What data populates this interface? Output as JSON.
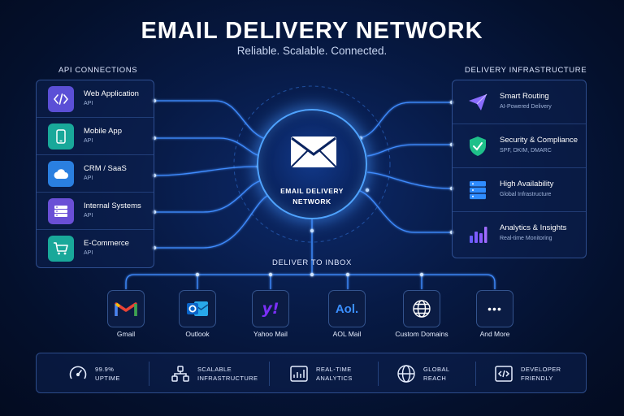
{
  "title": "EMAIL DELIVERY NETWORK",
  "subtitle": "Reliable. Scalable. Connected.",
  "api_heading": "API CONNECTIONS",
  "infra_heading": "DELIVERY INFRASTRUCTURE",
  "api_items": [
    {
      "label": "Web Application",
      "sub": "API",
      "icon": "code-icon",
      "color": "#5b4fd6"
    },
    {
      "label": "Mobile App",
      "sub": "API",
      "icon": "mobile-icon",
      "color": "#19a89a"
    },
    {
      "label": "CRM / SaaS",
      "sub": "API",
      "icon": "cloud-icon",
      "color": "#2a7fe0"
    },
    {
      "label": "Internal Systems",
      "sub": "API",
      "icon": "server-icon",
      "color": "#6a4fd6"
    },
    {
      "label": "E-Commerce",
      "sub": "API",
      "icon": "cart-icon",
      "color": "#19a89a"
    }
  ],
  "infra_items": [
    {
      "label": "Smart Routing",
      "sub": "AI-Powered Delivery",
      "icon": "paper-plane-icon",
      "color": "#8a6cff"
    },
    {
      "label": "Security & Compliance",
      "sub": "SPF, DKIM, DMARC",
      "icon": "shield-check-icon",
      "color": "#1fc08a"
    },
    {
      "label": "High Availability",
      "sub": "Global Infrastructure",
      "icon": "server-stack-icon",
      "color": "#2f8cff"
    },
    {
      "label": "Analytics & Insights",
      "sub": "Real-time Monitoring",
      "icon": "bar-chart-icon",
      "color": "#8a5cff"
    }
  ],
  "hub": {
    "line1": "EMAIL DELIVERY",
    "line2": "NETWORK",
    "icon": "envelope-icon"
  },
  "deliver_heading": "DELIVER TO INBOX",
  "providers": [
    {
      "label": "Gmail",
      "icon": "gmail-icon",
      "glyph": "M"
    },
    {
      "label": "Outlook",
      "icon": "outlook-icon",
      "glyph": "O"
    },
    {
      "label": "Yahoo Mail",
      "icon": "yahoo-icon",
      "glyph": "y!"
    },
    {
      "label": "AOL Mail",
      "icon": "aol-icon",
      "glyph": "Aol."
    },
    {
      "label": "Custom Domains",
      "icon": "globe-icon",
      "glyph": ""
    },
    {
      "label": "And More",
      "icon": "more-icon",
      "glyph": "•••"
    }
  ],
  "stats": [
    {
      "line1": "99.9%",
      "line2": "UPTIME",
      "icon": "gauge-icon"
    },
    {
      "line1": "SCALABLE",
      "line2": "INFRASTRUCTURE",
      "icon": "nodes-icon"
    },
    {
      "line1": "REAL-TIME",
      "line2": "ANALYTICS",
      "icon": "analytics-icon"
    },
    {
      "line1": "GLOBAL",
      "line2": "REACH",
      "icon": "globe-icon"
    },
    {
      "line1": "DEVELOPER",
      "line2": "FRIENDLY",
      "icon": "code-icon"
    }
  ],
  "colors": {
    "accent": "#4fa3ff",
    "line": "#3f8cff",
    "background": "#071a45"
  }
}
